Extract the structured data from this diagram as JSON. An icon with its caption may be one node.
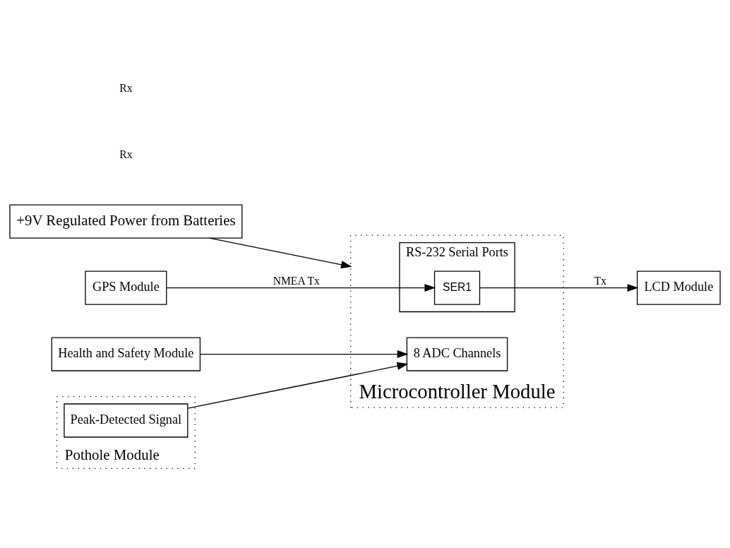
{
  "diagram": {
    "nodes": [
      {
        "text": [
          "+9V Regulated Power from Batteries"
        ]
      },
      {
        "text": [
          "Microcontroller Module"
        ]
      },
      {
        "text": [
          "RS-232 Serial Ports"
        ],
        "in": 1
      },
      {
        "text": [
          "SER1"
        ],
        "in": 2
      },
      {
        "text": [
          "8 ADC Channels"
        ],
        "in": 1
      },
      {
        "text": [
          "GPS Module"
        ]
      },
      {
        "text": [
          "LCD Module"
        ]
      },
      {
        "text": [
          "Health and Safety Module"
        ]
      },
      {
        "text": [
          "Pothole Module"
        ]
      },
      {
        "text": [
          "Peak-Detected Signal"
        ],
        "in": 8
      }
    ],
    "edges": [
      {
        "from": 0,
        "to": 1,
        "arrow": "to"
      },
      {
        "from": 5,
        "to": 3,
        "arrow": "to",
        "label": "NMEA Tx"
      },
      {
        "from": 3,
        "to": 6,
        "arrow": "to",
        "label": "Tx"
      },
      {
        "from": 7,
        "to": 4,
        "arrow": "to"
      },
      {
        "from": 9,
        "to": 4,
        "arrow": "to"
      }
    ],
    "labels": [
      "Rx",
      "Rx"
    ]
  }
}
